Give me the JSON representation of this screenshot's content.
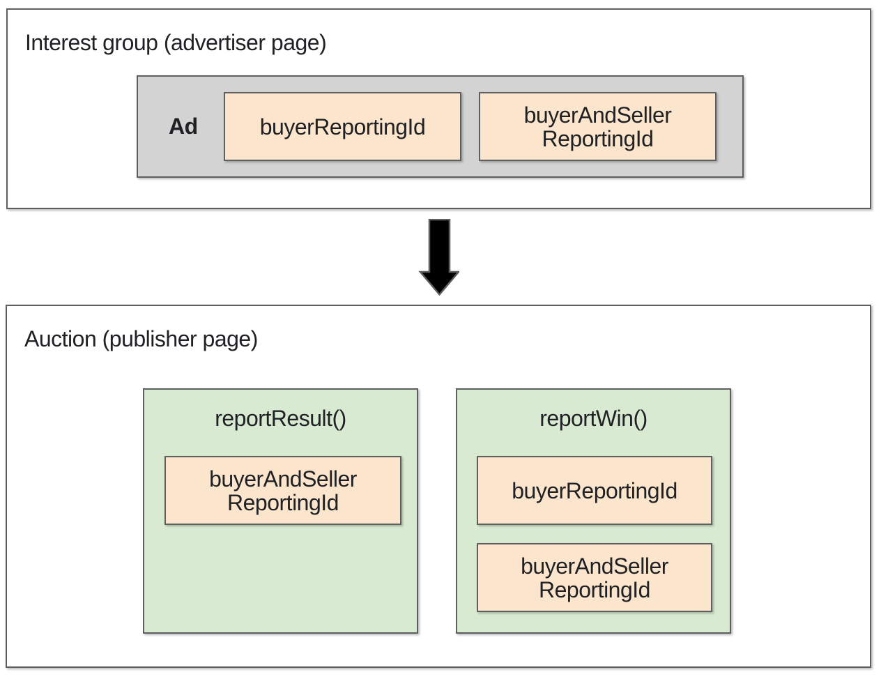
{
  "interest_group_section": {
    "title": "Interest group (advertiser page)",
    "ad_box": {
      "label": "Ad",
      "fields": [
        {
          "label": "buyerReportingId"
        },
        {
          "label": "buyerAndSeller\nReportingId"
        }
      ]
    }
  },
  "arrow": {
    "icon": "down-arrow-icon",
    "direction": "down"
  },
  "auction_section": {
    "title": "Auction (publisher page)",
    "report_result_box": {
      "label": "reportResult()",
      "fields": [
        {
          "label": "buyerAndSeller\nReportingId"
        }
      ]
    },
    "report_win_box": {
      "label": "reportWin()",
      "fields": [
        {
          "label": "buyerReportingId"
        },
        {
          "label": "buyerAndSeller\nReportingId"
        }
      ]
    }
  },
  "colors": {
    "field_bg": "#fbe5cd",
    "function_bg": "#d9ead3",
    "ad_bg": "#d3d3d3",
    "box_border": "#5f5f5f",
    "arrow_fill": "#000000",
    "text": "#202124",
    "background": "#ffffff"
  }
}
